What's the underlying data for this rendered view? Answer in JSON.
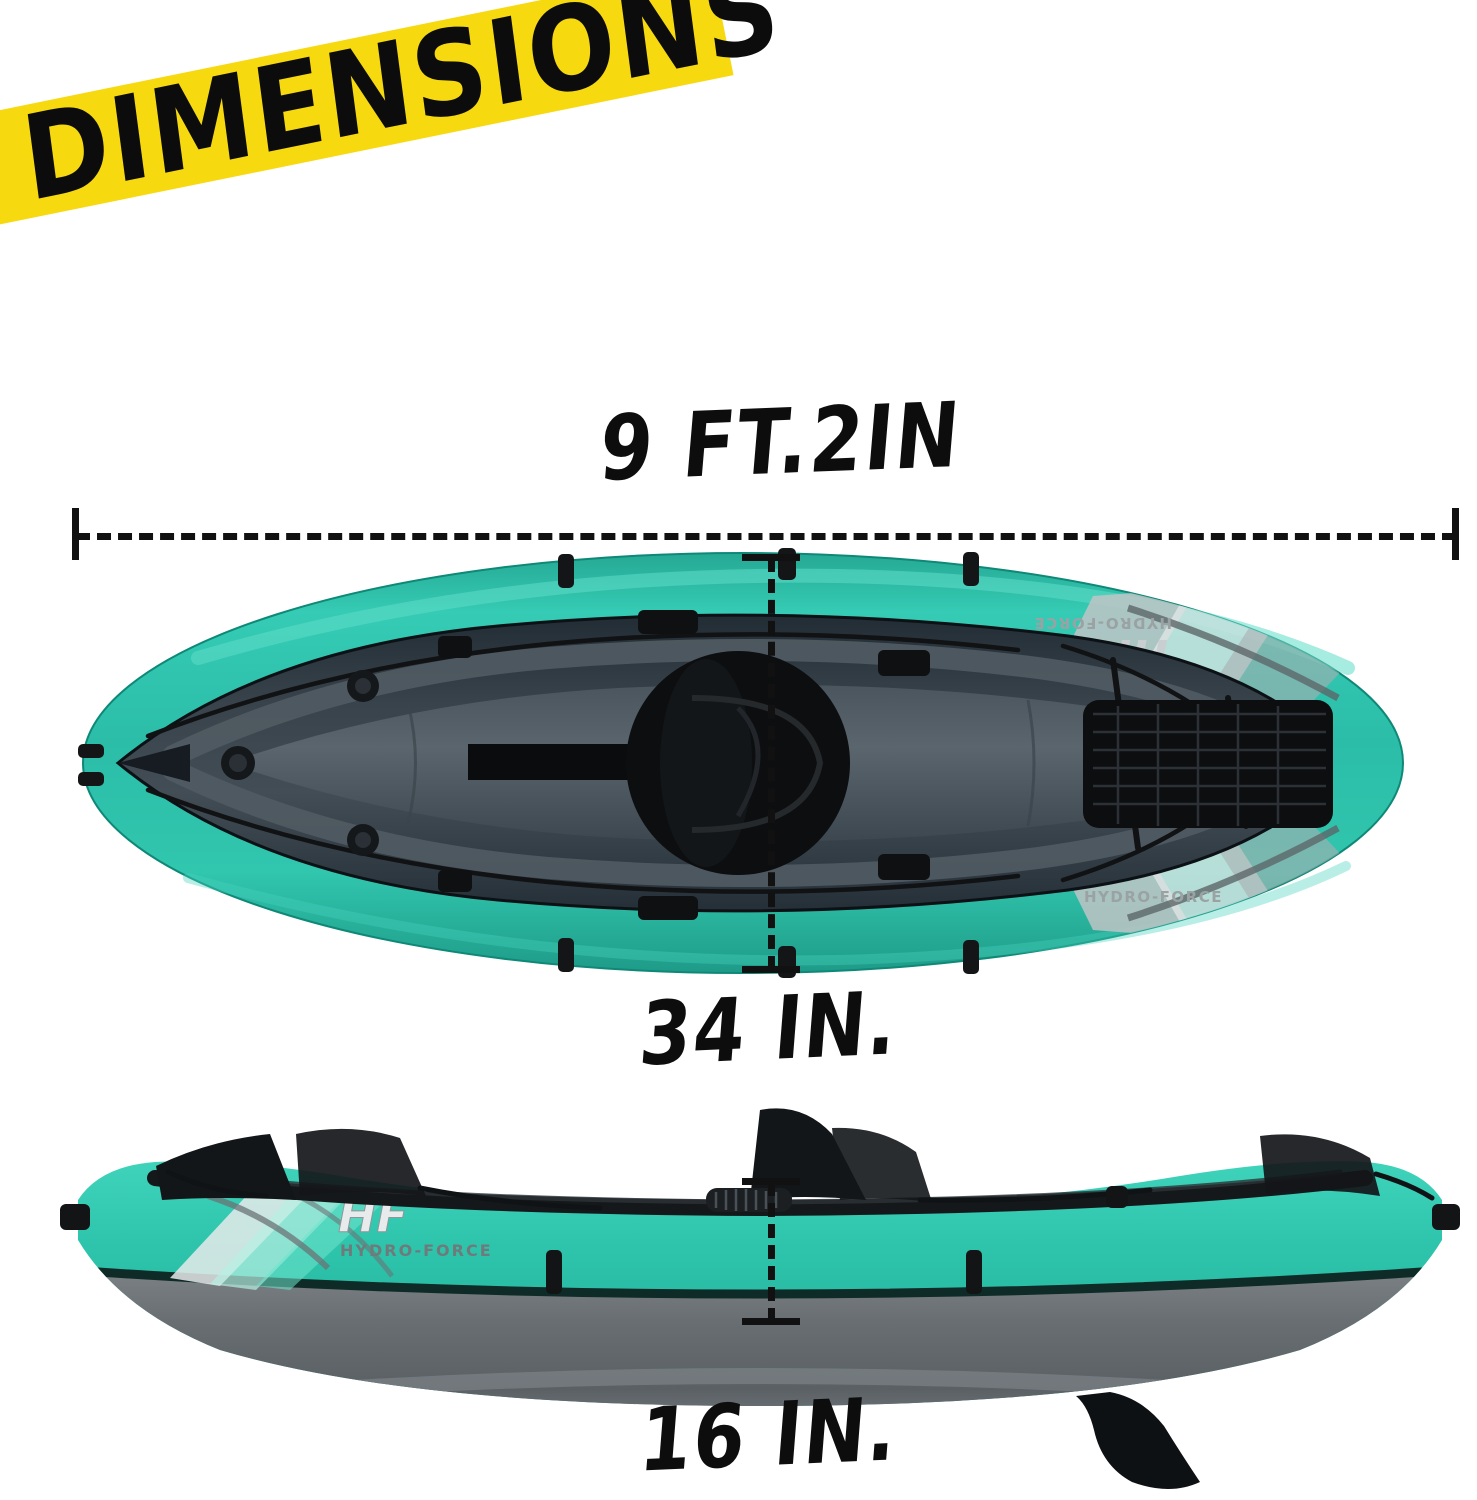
{
  "title": {
    "text": "DIMENSIONS",
    "highlight_color": "#F7D90F",
    "text_color": "#0C0C0C"
  },
  "product": {
    "brand_short": "HF",
    "brand_full": "HYDRO-FORCE",
    "hull_color": "#2CBCA8",
    "interior_color": "#2B3740",
    "underside_color": "#6C7176",
    "accent_color": "#B9BDBE",
    "black": "#121314"
  },
  "dimensions": {
    "length_label": "9 FT.2IN",
    "width_label": "34 IN.",
    "height_label": "16 IN."
  },
  "views": {
    "top": "kayak-top-view",
    "side": "kayak-side-view"
  }
}
